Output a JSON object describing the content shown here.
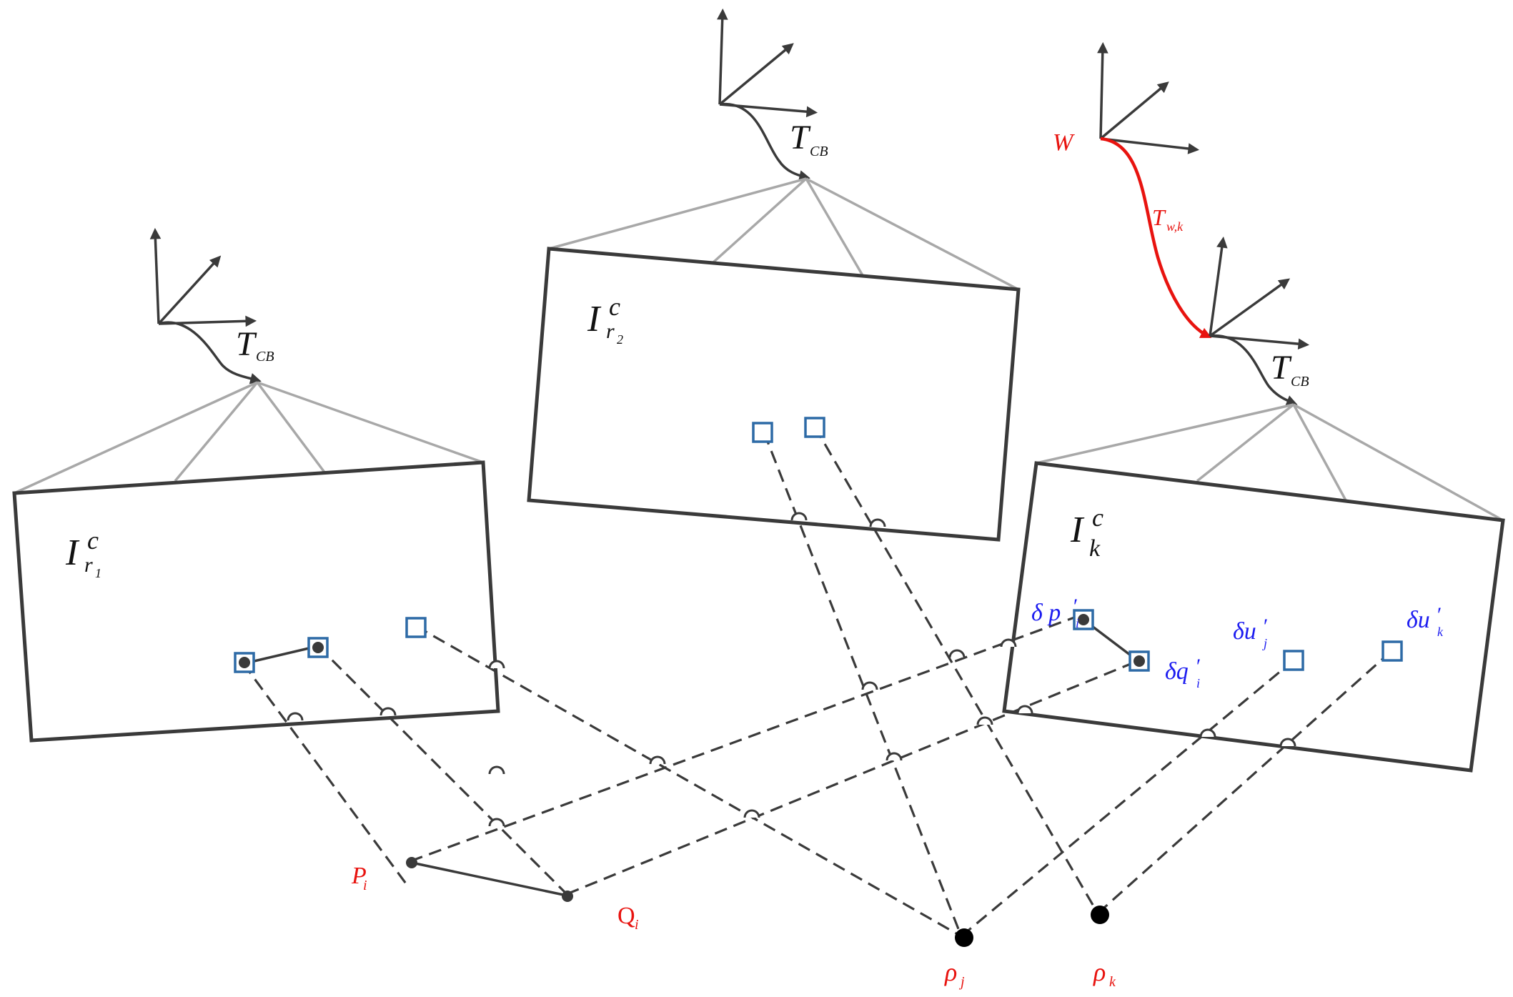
{
  "image_planes": [
    {
      "name": "I",
      "sup": "c",
      "sub": "r",
      "subsub": "1"
    },
    {
      "name": "I",
      "sup": "c",
      "sub": "r",
      "subsub": "2"
    },
    {
      "name": "I",
      "sup": "c",
      "sub": "k",
      "subsub": ""
    }
  ],
  "extrinsic": {
    "name": "T",
    "sub": "CB"
  },
  "world": {
    "name": "W",
    "transform_name": "T",
    "transform_sub": "w,k"
  },
  "points": {
    "P": {
      "name": "P",
      "sub": "i"
    },
    "Q": {
      "name": "Q",
      "sub": "i"
    },
    "rho_j": {
      "name": "ρ",
      "sub": "j"
    },
    "rho_k": {
      "name": "ρ",
      "sub": "k"
    }
  },
  "residuals": {
    "dp": {
      "name": "δ p",
      "prime": "′",
      "sub": "i"
    },
    "dq": {
      "name": "δq",
      "prime": "′",
      "sub": "i"
    },
    "du_j": {
      "name": "δu",
      "prime": "′",
      "sub": "j"
    },
    "du_k": {
      "name": "δu",
      "prime": "′",
      "sub": "k"
    }
  },
  "colors": {
    "structure": "#3a3a3a",
    "frustum": "#a8a8a8",
    "observation": "#2d6aa6",
    "world_label": "#e8130f",
    "residual_label": "#1d1df0"
  }
}
